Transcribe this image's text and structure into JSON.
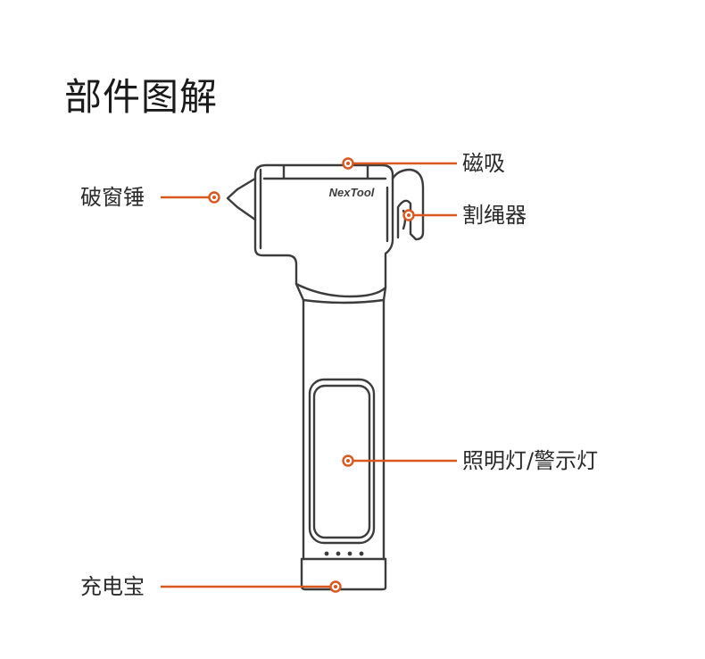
{
  "title": "部件图解",
  "brand": "NexTool",
  "accent_color": "#d9581f",
  "outline_color": "#3c3c3c",
  "labels": {
    "magnet": "磁吸",
    "cutter": "割绳器",
    "hammer": "破窗锤",
    "light": "照明灯/警示灯",
    "powerbank": "充电宝"
  }
}
